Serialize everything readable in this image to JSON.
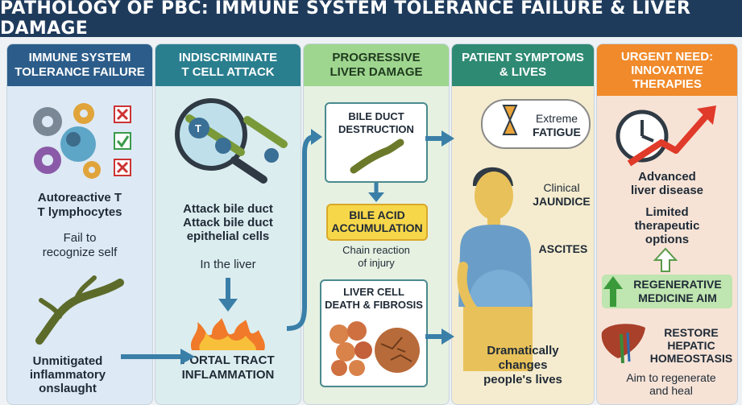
{
  "title": "PATHOLOGY OF PBC: IMMUNE SYSTEM TOLERANCE FAILURE & LIVER DAMAGE",
  "col1": {
    "head": [
      "IMMUNE SYSTEM",
      "TOLERANCE FAILURE"
    ],
    "autoreactive": [
      "Autoreactive T",
      "T lymphocytes"
    ],
    "fail": [
      "Fail to",
      "recognize self"
    ],
    "unmitigated": [
      "Unmitigated",
      "inflammatory",
      "onslaught"
    ]
  },
  "col2": {
    "head": [
      "INDISCRIMINATE",
      "T CELL ATTACK"
    ],
    "tcell_label": "T",
    "attack": [
      "Attack bile duct",
      "Attack bile duct",
      "epithelial cells"
    ],
    "in_liver": "In the liver",
    "portal": [
      "PORTAL TRACT",
      "INFLAMMATION"
    ]
  },
  "col3": {
    "head": [
      "PROGRESSIVE",
      "LIVER DAMAGE"
    ],
    "bile_duct": [
      "BILE DUCT",
      "DESTRUCTION"
    ],
    "bile_acid": [
      "BILE ACID",
      "ACCUMULATION"
    ],
    "chain": [
      "Chain reaction",
      "of injury"
    ],
    "cell_death": [
      "LIVER CELL",
      "DEATH & FIBROSIS"
    ]
  },
  "col4": {
    "head": [
      "PATIENT SYMPTOMS",
      "& LIVES"
    ],
    "fatigue": [
      "Extreme",
      "FATIGUE"
    ],
    "jaundice": [
      "Clinical",
      "JAUNDICE"
    ],
    "ascites": "ASCITES",
    "changes": [
      "Dramatically",
      "changes",
      "people's lives"
    ]
  },
  "col5": {
    "head": [
      "URGENT NEED:",
      "INNOVATIVE",
      "THERAPIES"
    ],
    "advanced": [
      "Advanced",
      "liver disease"
    ],
    "limited": [
      "Limited",
      "therapeutic",
      "options"
    ],
    "regen": [
      "REGENERATIVE",
      "MEDICINE AIM"
    ],
    "restore": [
      "RESTORE",
      "HEPATIC",
      "HOMEOSTASIS"
    ],
    "aim": [
      "Aim to regenerate",
      "and heal"
    ]
  },
  "colors": {
    "title_bg": "#1f3b5c",
    "col1_head": "#2c5d8a",
    "col2_head": "#2a7f8f",
    "col3_head": "#8fcf8a",
    "col4_head": "#2f8a73",
    "col5_head": "#f08a2a",
    "arrow": "#3a7fa8"
  }
}
